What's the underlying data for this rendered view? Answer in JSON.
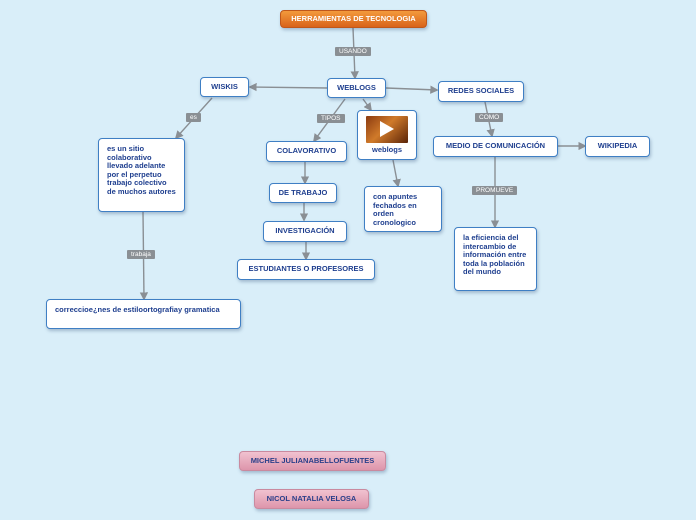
{
  "nodes": {
    "herramientas": "HERRAMIENTAS DE TECNOLOGIA",
    "weblogs": "WEBLOGS",
    "wiskis": "WISKIS",
    "redes_sociales": "REDES SOCIALES",
    "sitio": "es un sitio colaborativo llevado adelante por el perpetuo trabajo colectivo de muchos autores",
    "colavorativo": "COLAVORATIVO",
    "de_trabajo": "DE TRABAJO",
    "investigacion": "INVESTIGACIÓN",
    "estudiantes": "ESTUDIANTES O PROFESORES",
    "weblogs_img": "weblogs",
    "apuntes": "con apuntes fechados en orden cronologico",
    "medio": "MEDIO DE COMUNICACIÓN",
    "wikipedia": "WIKIPEDIA",
    "eficiencia": "la eficiencia del intercambio de información entre toda la población del mundo",
    "correcciones": "correccioe¿nes de estiloortografiay gramatica",
    "michel": "MICHEL JULIANABELLOFUENTES",
    "nicol": "NICOL NATALIA VELOSA"
  },
  "links": {
    "usando": "USANDO",
    "es": "es",
    "tipos": "TIPOS",
    "como": "COMO",
    "promueve": "PROMUEVE",
    "trabaja": "trabaja"
  },
  "colors": {
    "background": "#d9eef9",
    "node_border": "#3f7fc4",
    "node_text": "#1f3f8f",
    "root_fill": "#e4782a",
    "author_fill": "#e6a9bb",
    "connector": "#8a8f94"
  },
  "icons": {
    "video_thumbnail": "play-icon"
  }
}
